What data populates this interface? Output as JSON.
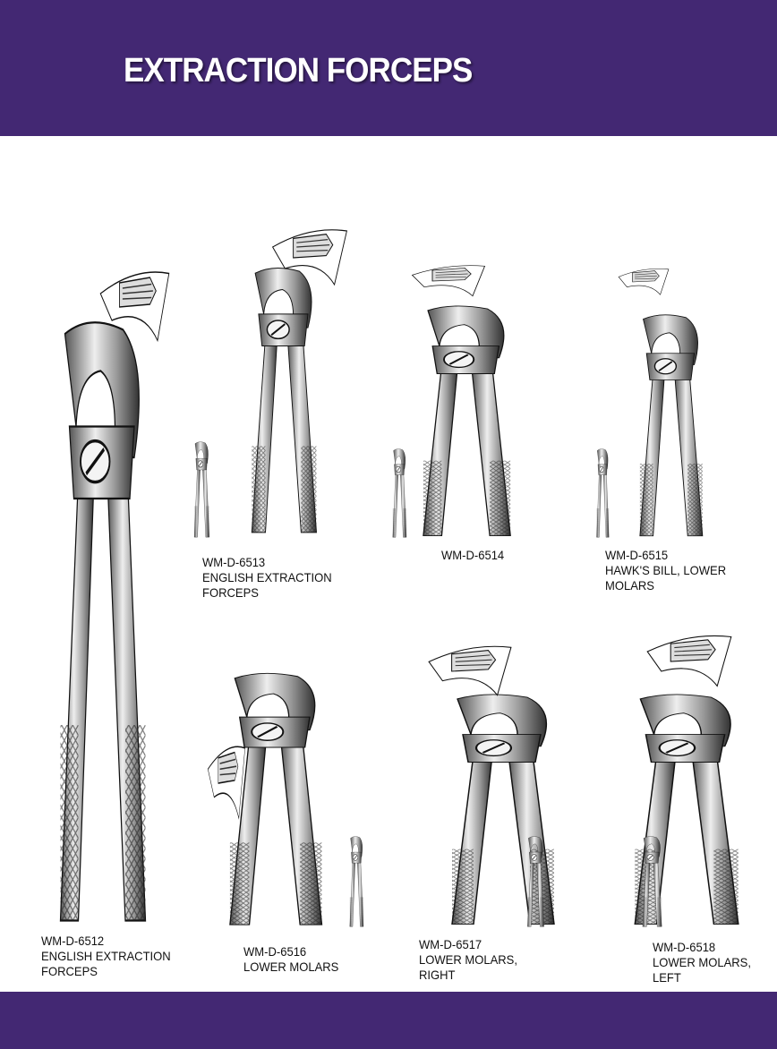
{
  "header": {
    "title": "EXTRACTION FORCEPS"
  },
  "colors": {
    "brand": "#432873",
    "steel": "#8a8a8a"
  },
  "products": [
    {
      "code": "WM-D-6512",
      "desc": [
        "ENGLISH EXTRACTION",
        "FORCEPS"
      ]
    },
    {
      "code": "WM-D-6513",
      "desc": [
        "ENGLISH EXTRACTION",
        "FORCEPS"
      ]
    },
    {
      "code": "WM-D-6514",
      "desc": []
    },
    {
      "code": "WM-D-6515",
      "desc": [
        "HAWK'S BILL, LOWER",
        "MOLARS"
      ]
    },
    {
      "code": "WM-D-6516",
      "desc": [
        "LOWER MOLARS"
      ]
    },
    {
      "code": "WM-D-6517",
      "desc": [
        "LOWER MOLARS,",
        "RIGHT"
      ]
    },
    {
      "code": "WM-D-6518",
      "desc": [
        "LOWER MOLARS,",
        "LEFT"
      ]
    }
  ]
}
